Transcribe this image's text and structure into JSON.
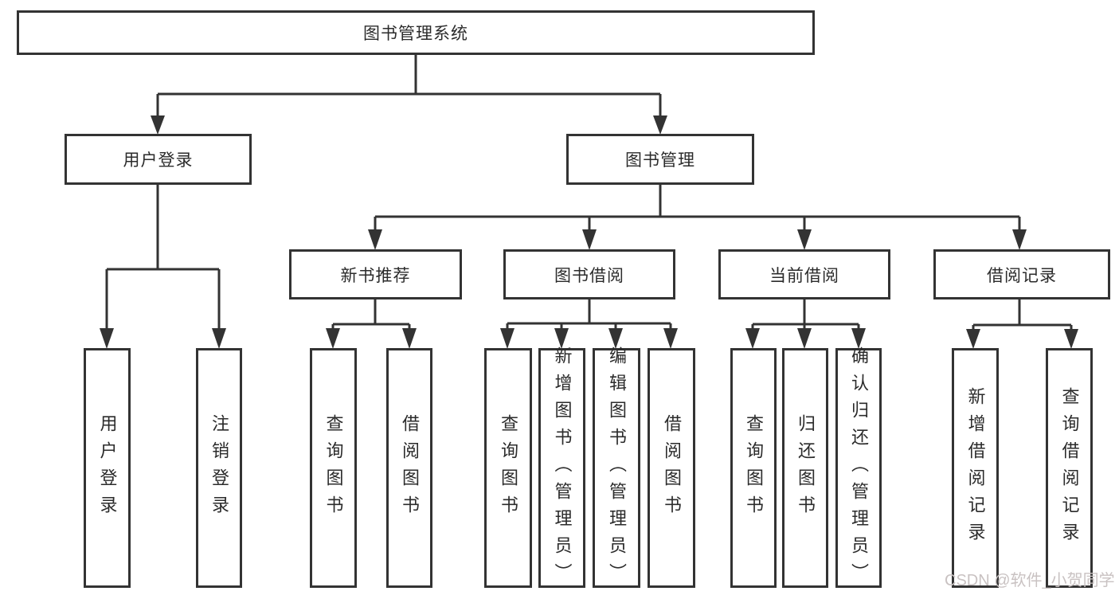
{
  "tree": {
    "root": {
      "label": "图书管理系统",
      "children": [
        {
          "label": "用户登录",
          "children": [
            {
              "label": "用户登录"
            },
            {
              "label": "注销登录"
            }
          ]
        },
        {
          "label": "图书管理",
          "children": [
            {
              "label": "新书推荐",
              "children": [
                {
                  "label": "查询图书"
                },
                {
                  "label": "借阅图书"
                }
              ]
            },
            {
              "label": "图书借阅",
              "children": [
                {
                  "label": "查询图书"
                },
                {
                  "label": "新增图书（管理员）"
                },
                {
                  "label": "编辑图书（管理员）"
                },
                {
                  "label": "借阅图书"
                }
              ]
            },
            {
              "label": "当前借阅",
              "children": [
                {
                  "label": "查询图书"
                },
                {
                  "label": "归还图书"
                },
                {
                  "label": "确认归还（管理员）"
                }
              ]
            },
            {
              "label": "借阅记录",
              "children": [
                {
                  "label": "新增借阅记录"
                },
                {
                  "label": "查询借阅记录"
                }
              ]
            }
          ]
        }
      ]
    }
  },
  "watermark": {
    "text": "CSDN @软件_小贺同学"
  },
  "colors": {
    "line": "#333333",
    "text": "#2b2b2b",
    "box_fill": "#ffffff",
    "watermark": "#c9c2c2"
  }
}
